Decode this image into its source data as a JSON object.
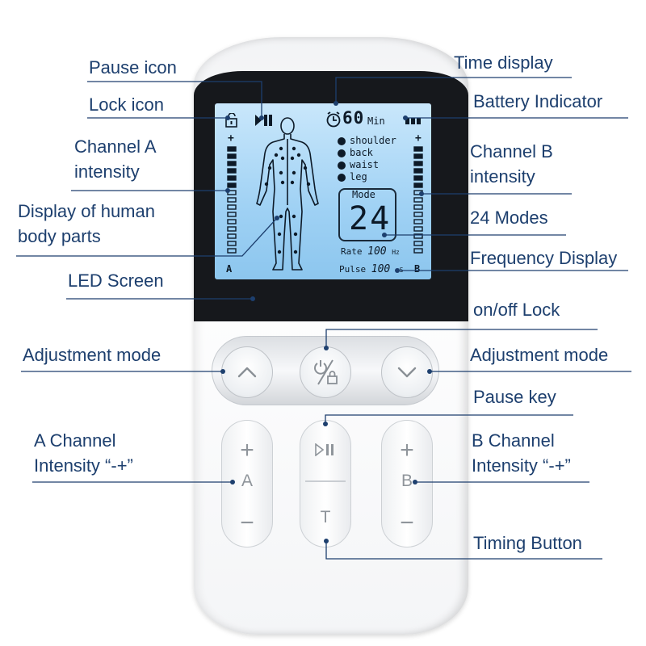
{
  "colors": {
    "label_text": "#1d3f6e",
    "leader_line": "#1d3f6e",
    "lcd_backlight": "#a6d5f5",
    "bezel": "#16181c"
  },
  "labels": {
    "pause_icon": "Pause icon",
    "lock_icon": "Lock icon",
    "channel_a_intensity_l1": "Channel A",
    "channel_a_intensity_l2": "intensity",
    "human_body_l1": "Display of human",
    "human_body_l2": "body parts",
    "led_screen": "LED Screen",
    "adjustment_mode_left": "Adjustment mode",
    "a_channel_l1": "A Channel",
    "a_channel_l2": "Intensity “-+”",
    "time_display": "Time display",
    "battery_indicator": "Battery Indicator",
    "channel_b_intensity_l1": "Channel B",
    "channel_b_intensity_l2": "intensity",
    "modes_24": "24 Modes",
    "frequency_display": "Frequency Display",
    "onoff_lock": "on/off  Lock",
    "adjustment_mode_right": "Adjustment mode",
    "pause_key": "Pause key",
    "b_channel_l1": "B Channel",
    "b_channel_l2": "Intensity “-+”",
    "timing_button": "Timing Button"
  },
  "lcd": {
    "time_value": "60",
    "time_unit": "Min",
    "body_parts": [
      "shoulder",
      "back",
      "waist",
      "leg"
    ],
    "mode_label": "Mode",
    "mode_value": "24",
    "rate_label": "Rate",
    "rate_value": "100",
    "rate_unit": "Hz",
    "pulse_label": "Pulse",
    "pulse_value": "100",
    "pulse_unit": "uS",
    "channel_a": "A",
    "channel_b": "B",
    "plus": "+"
  },
  "buttons": {
    "channel_a_letter": "A",
    "channel_b_letter": "B",
    "timing_letter": "T",
    "plus": "+",
    "minus": "−"
  },
  "icons": [
    "lock-icon",
    "pause-icon",
    "timer-icon",
    "battery-icon",
    "human-body-icon",
    "chevron-up-icon",
    "chevron-down-icon",
    "power-lock-icon",
    "play-pause-icon"
  ]
}
